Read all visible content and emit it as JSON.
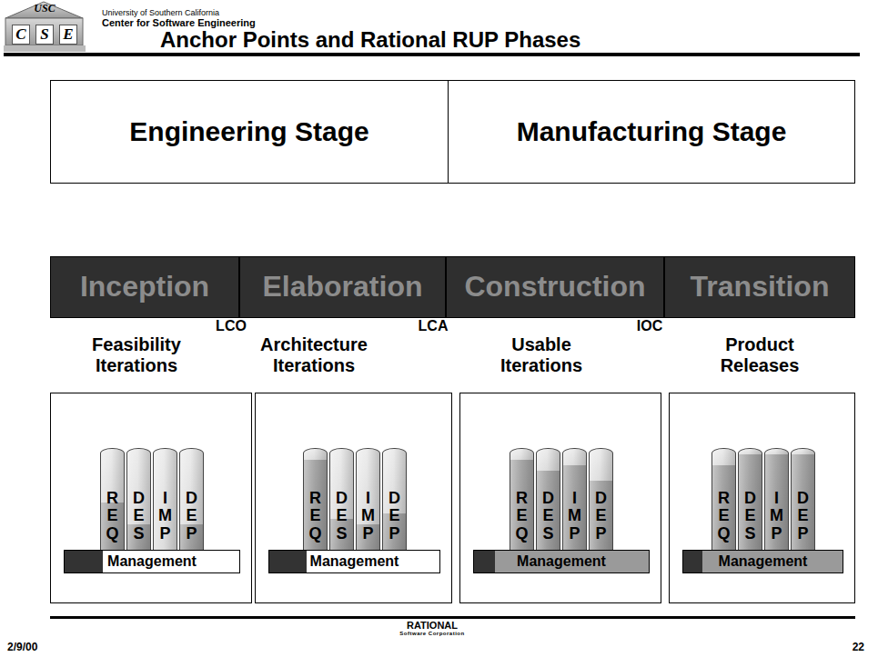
{
  "diagram": {
    "title": "Anchor Points and Rational RUP Phases",
    "nodes": [
      {
        "text": [
          "Engineering Stage"
        ]
      },
      {
        "text": [
          "Manufacturing Stage"
        ]
      },
      {
        "text": [
          "Inception"
        ]
      },
      {
        "text": [
          "Elaboration"
        ]
      },
      {
        "text": [
          "Construction"
        ]
      },
      {
        "text": [
          "Transition"
        ]
      },
      {
        "text": []
      },
      {
        "text": [
          "REQ"
        ],
        "in": 6
      },
      {
        "text": [
          "DES"
        ],
        "in": 6
      },
      {
        "text": [
          "IMP"
        ],
        "in": 6
      },
      {
        "text": [
          "DEP"
        ],
        "in": 6
      },
      {
        "text": [
          "Management"
        ],
        "in": 6
      },
      {
        "text": []
      },
      {
        "text": [
          "REQ"
        ],
        "in": 12
      },
      {
        "text": [
          "DES"
        ],
        "in": 12
      },
      {
        "text": [
          "IMP"
        ],
        "in": 12
      },
      {
        "text": [
          "DEP"
        ],
        "in": 12
      },
      {
        "text": [
          "Management"
        ],
        "in": 12
      },
      {
        "text": []
      },
      {
        "text": [
          "REQ"
        ],
        "in": 18
      },
      {
        "text": [
          "DES"
        ],
        "in": 18
      },
      {
        "text": [
          "IMP"
        ],
        "in": 18
      },
      {
        "text": [
          "DEP"
        ],
        "in": 18
      },
      {
        "text": [
          "Management"
        ],
        "in": 18
      },
      {
        "text": []
      },
      {
        "text": [
          "REQ"
        ],
        "in": 24
      },
      {
        "text": [
          "DES"
        ],
        "in": 24
      },
      {
        "text": [
          "IMP"
        ],
        "in": 24
      },
      {
        "text": [
          "DEP"
        ],
        "in": 24
      },
      {
        "text": [
          "Management"
        ],
        "in": 24
      }
    ],
    "edges": [],
    "labels": [
      "USC",
      "C",
      "S",
      "E",
      "University of Southern California",
      "Center for Software Engineering",
      "LCO",
      "LCA",
      "IOC",
      "Feasibility Iterations",
      "Architecture Iterations",
      "Usable Iterations",
      "Product Releases",
      "RATIONAL",
      "Software Corporation",
      "2/9/00",
      "22"
    ]
  }
}
